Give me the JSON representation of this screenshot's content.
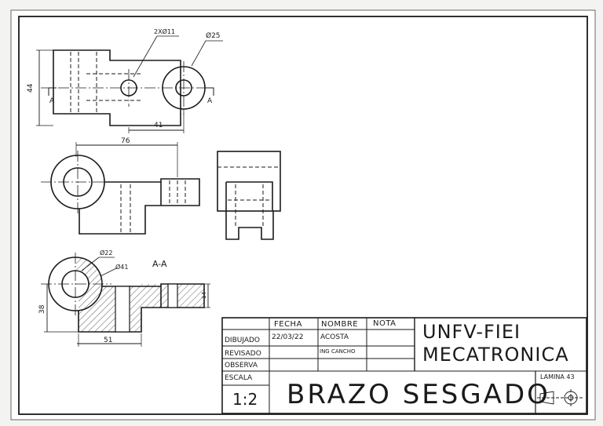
{
  "annotations": {
    "holes_callout": "2XØ11",
    "diameter_25": "Ø25",
    "section_marker": "A",
    "dim_44": "44",
    "dim_41": "41",
    "dim_76": "76",
    "diameter_22": "Ø22",
    "diameter_41": "Ø41",
    "section_label": "A-A",
    "dim_38": "38",
    "dim_51": "51",
    "dim_14": "14"
  },
  "title_block": {
    "col_fecha": "FECHA",
    "col_nombre": "NOMBRE",
    "col_nota": "NOTA",
    "row_dibujado": "DIBUJADO",
    "row_revisado": "REVISADO",
    "row_observa": "OBSERVA",
    "row_escala": "ESCALA",
    "dibujado_fecha": "22/03/22",
    "dibujado_nombre": "ACOSTA",
    "revisado_nombre": "ING CANCHO",
    "organization_line1": "UNFV-FIEI",
    "organization_line2": "MECATRONICA",
    "drawing_title": "BRAZO SESGADO",
    "scale_value": "1:2",
    "sheet_number": "LAMINA 43"
  },
  "colors": {
    "line": "#1a1a1a",
    "paper": "#ffffff",
    "background": "#f3f3f1"
  }
}
